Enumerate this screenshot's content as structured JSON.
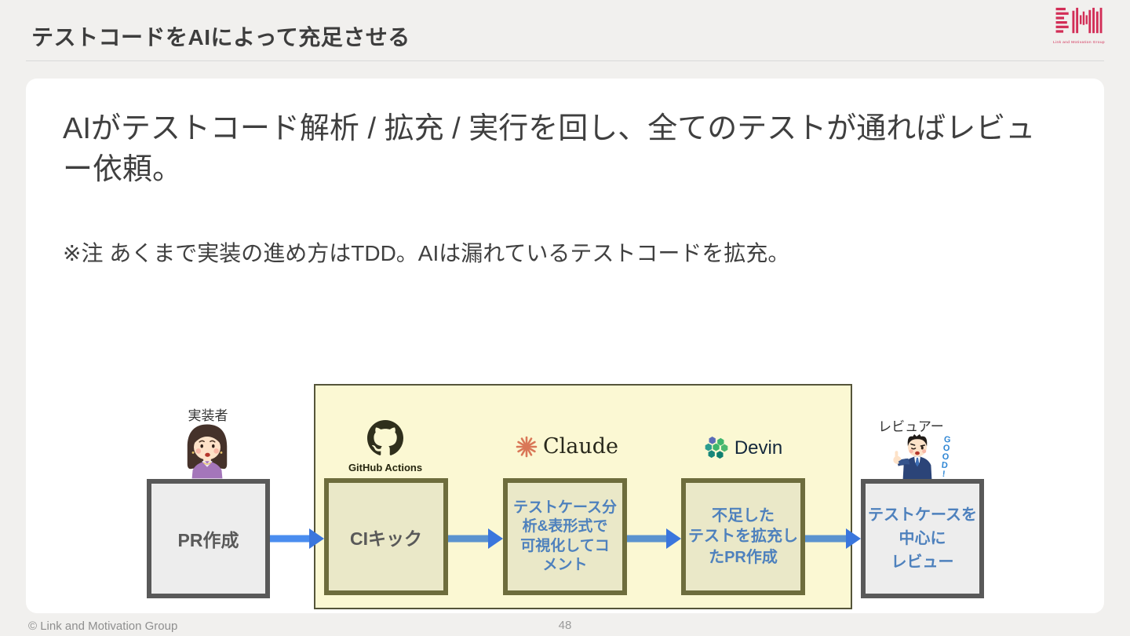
{
  "header": {
    "title": "テストコードをAIによって充足させる",
    "logo_caption": "Link and Motivation Group"
  },
  "body": {
    "heading": "AIがテストコード解析 / 拡充 / 実行を回し、全てのテストが通ればレビュ\nー依頼。",
    "note": "※注 あくまで実装の進め方はTDD。AIは漏れているテストコードを拡充。"
  },
  "diagram": {
    "implementer_label": "実装者",
    "reviewer_label": "レビュアー",
    "reviewer_shout": "GOOD!",
    "tools": {
      "github": "GitHub Actions",
      "claude": "Claude",
      "devin": "Devin"
    },
    "steps": [
      {
        "label": "PR作成"
      },
      {
        "label": "CIキック"
      },
      {
        "label": "テストケース分\n析&表形式で\n可視化してコ\nメント"
      },
      {
        "label": "不足した\nテストを拡充し\nたPR作成"
      },
      {
        "label": "テストケースを\n中心に\nレビュー"
      }
    ]
  },
  "footer": {
    "copyright": "© Link and Motivation Group",
    "page_number": "48"
  },
  "colors": {
    "accent_blue_text": "#4e81bd",
    "arrow_blue": "#5b93cf",
    "panel_yellow": "#fbf8d3",
    "olive_border": "#6e6d3d",
    "gray_border": "#595959",
    "logo_crimson": "#d22d56",
    "claude_orange": "#d97757"
  }
}
